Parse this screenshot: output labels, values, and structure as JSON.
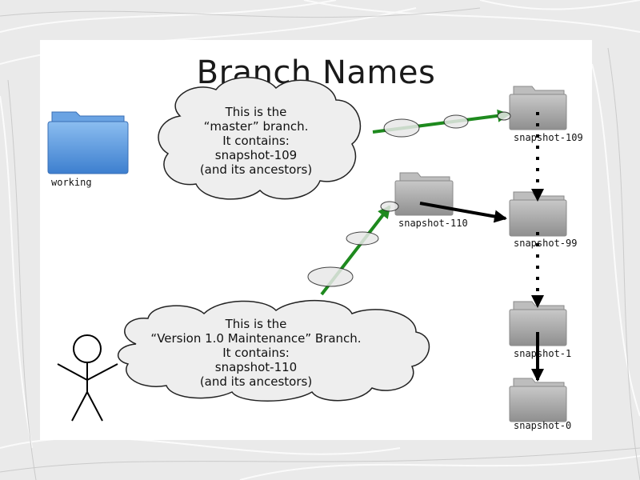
{
  "slide": {
    "title": "Branch Names"
  },
  "clouds": {
    "master": {
      "lines": [
        "This is the",
        "“master” branch.",
        "It contains:",
        "snapshot-109",
        "(and its ancestors)"
      ]
    },
    "maintenance": {
      "lines": [
        "This is the",
        "“Version 1.0 Maintenance” Branch.",
        "It contains:",
        "snapshot-110",
        "(and its ancestors)"
      ]
    }
  },
  "folders": {
    "working": "working",
    "snapshot_109": "snapshot-109",
    "snapshot_110": "snapshot-110",
    "snapshot_99": "snapshot-99",
    "snapshot_1": "snapshot-1",
    "snapshot_0": "snapshot-0"
  },
  "icons": {
    "working_folder": "blue-folder-icon",
    "snapshot_folder": "grey-folder-icon",
    "person": "stick-figure-icon"
  },
  "colors": {
    "branch_arrow": "#1e8a1e",
    "parent_arrow": "#000000",
    "working_folder": "#5b9be0",
    "snapshot_folder": "#a8a8a8"
  }
}
